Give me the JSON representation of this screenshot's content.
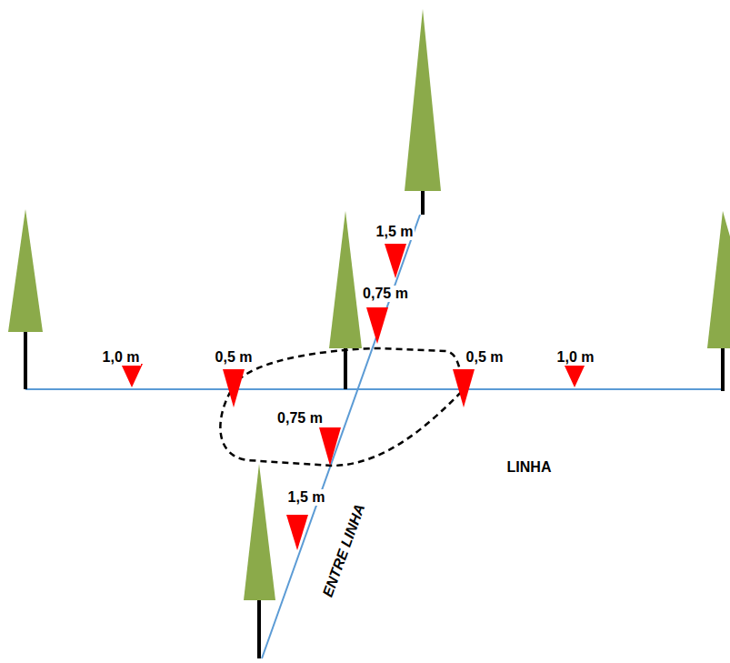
{
  "diagram": {
    "labels": [
      "1,5 m",
      "0,75 m",
      "1,0 m",
      "0,5 m",
      "0,5 m",
      "1,0 m",
      "0,75 m",
      "LINHA",
      "1,5 m",
      "ENTRE LINHA"
    ]
  }
}
